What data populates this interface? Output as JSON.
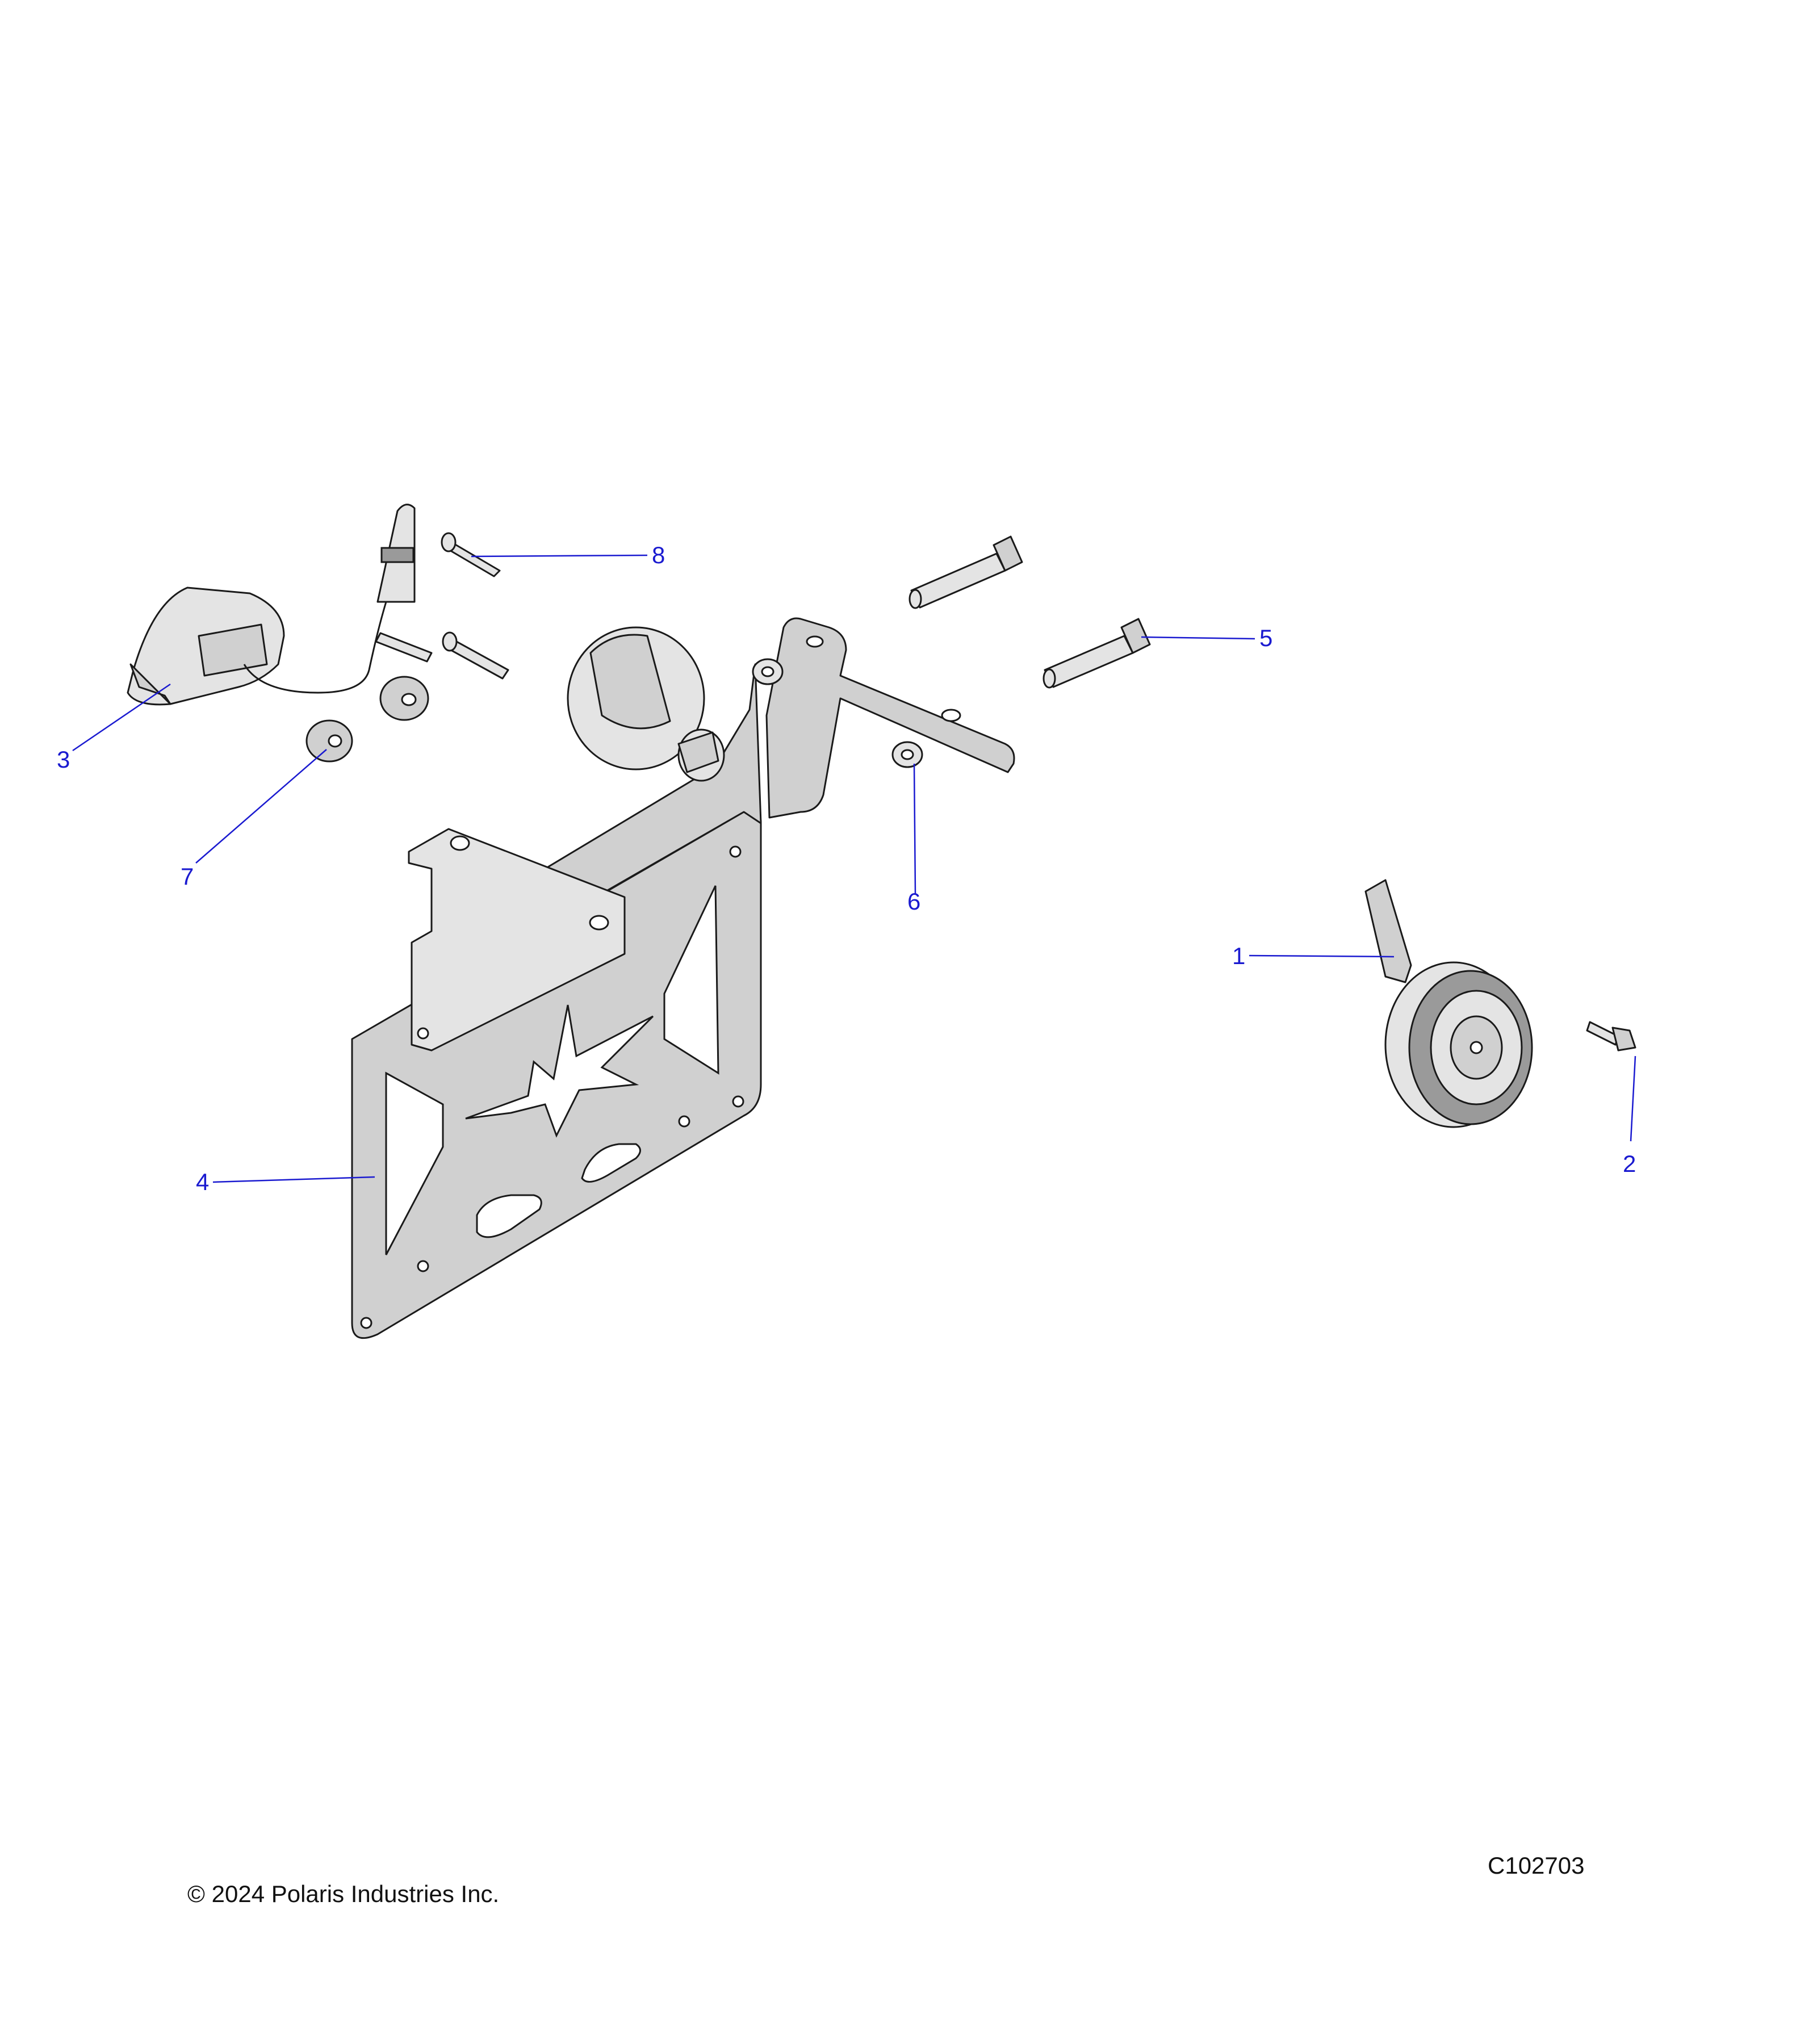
{
  "callouts": [
    {
      "id": "1",
      "label": "1"
    },
    {
      "id": "2",
      "label": "2"
    },
    {
      "id": "3",
      "label": "3"
    },
    {
      "id": "4",
      "label": "4"
    },
    {
      "id": "5",
      "label": "5"
    },
    {
      "id": "6",
      "label": "6"
    },
    {
      "id": "7",
      "label": "7"
    },
    {
      "id": "8",
      "label": "8"
    }
  ],
  "footer": {
    "copyright": "© 2024 Polaris Industries Inc.",
    "figure_code": "C102703"
  }
}
